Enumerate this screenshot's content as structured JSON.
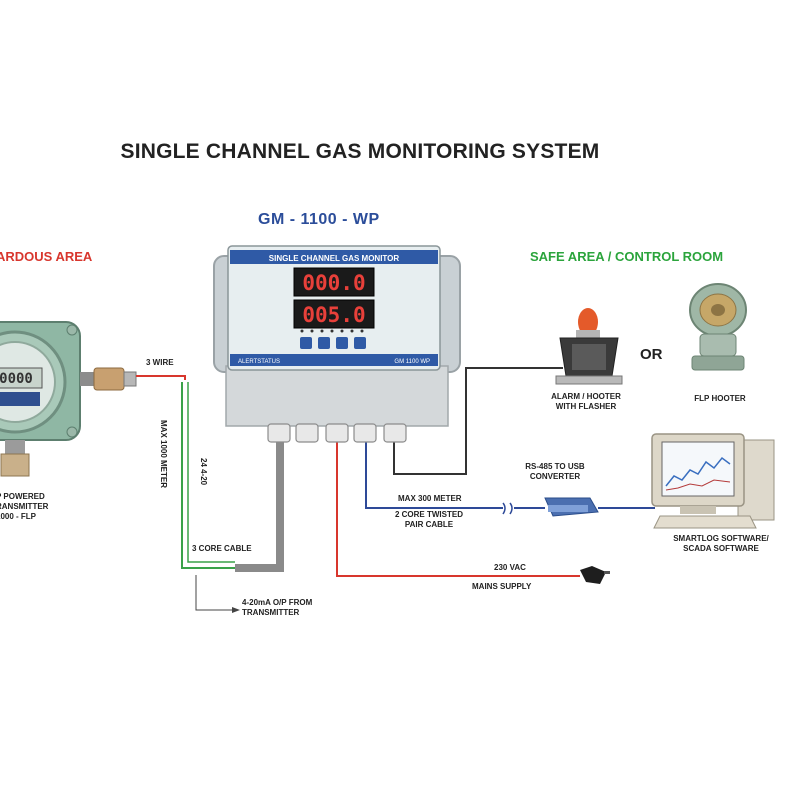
{
  "diagram": {
    "title": "SINGLE CHANNEL GAS MONITORING SYSTEM",
    "model": "GM - 1100 - WP",
    "areas": {
      "hazardous": "ARDOUS AREA",
      "safe": "SAFE AREA / CONTROL ROOM"
    },
    "monitor": {
      "header": "SINGLE CHANNEL GAS MONITOR",
      "display_top": "000.0",
      "display_bottom": "005.0",
      "brand": "ALERTSTATUS",
      "model_small": "GM 1100 WP"
    },
    "transmitter": {
      "display": "0000",
      "label_lines": [
        "P POWERED",
        "RANSMITTER",
        "1000 - FLP"
      ]
    },
    "wiring": {
      "three_wire": "3 WIRE",
      "max_meter_left": "MAX 1000 METER",
      "signal": "24 4-20",
      "core_cable": "3 CORE CABLE",
      "output_lines": [
        "4-20mA O/P FROM",
        "TRANSMITTER"
      ],
      "max_meter_right": "MAX 300 METER",
      "twisted_lines": [
        "2 CORE TWISTED",
        "PAIR CABLE"
      ],
      "mains_voltage": "230 VAC",
      "mains_supply": "MAINS SUPPLY"
    },
    "alarm": {
      "lines": [
        "ALARM / HOOTER",
        "WITH FLASHER"
      ],
      "or_label": "OR",
      "flp_hooter": "FLP HOOTER"
    },
    "converter": {
      "lines": [
        "RS-485 TO USB",
        "CONVERTER"
      ]
    },
    "computer": {
      "lines": [
        "SMARTLOG SOFTWARE/",
        "SCADA SOFTWARE"
      ]
    },
    "colors": {
      "title": "#222222",
      "model": "#2b4d9a",
      "hazardous": "#d8362d",
      "safe": "#2ba43c",
      "red_wire": "#d8362d",
      "green_wire": "#3aa24a",
      "cable_grey": "#8a8a8a",
      "display_digits": "#e8403a"
    }
  }
}
